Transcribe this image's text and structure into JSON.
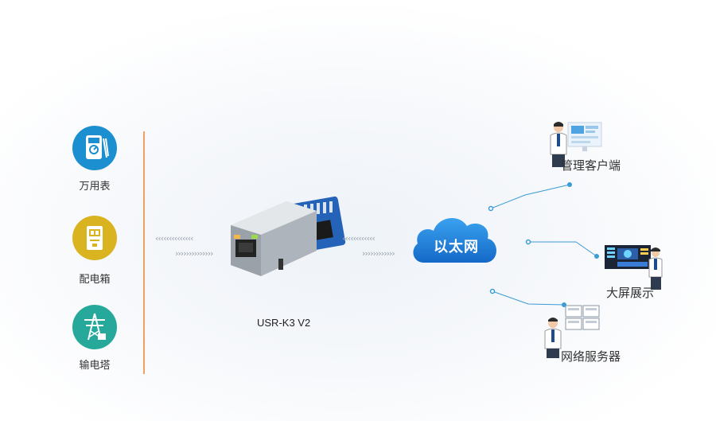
{
  "devices": [
    {
      "label": "万用表",
      "icon": "multimeter-icon",
      "color": "#1c8fd0"
    },
    {
      "label": "配电箱",
      "icon": "distribution-box-icon",
      "color": "#d9b320"
    },
    {
      "label": "输电塔",
      "icon": "power-tower-icon",
      "color": "#26a99a"
    }
  ],
  "module": {
    "label": "USR-K3 V2"
  },
  "network": {
    "label": "以太网"
  },
  "clients": [
    {
      "label": "管理客户端",
      "icon": "management-client-icon"
    },
    {
      "label": "大屏展示",
      "icon": "large-screen-display-icon"
    },
    {
      "label": "网络服务器",
      "icon": "network-server-icon"
    }
  ],
  "colors": {
    "divider": "#f0a061",
    "connector": "#3a9bd5",
    "cloud": "#1a7fd6"
  }
}
